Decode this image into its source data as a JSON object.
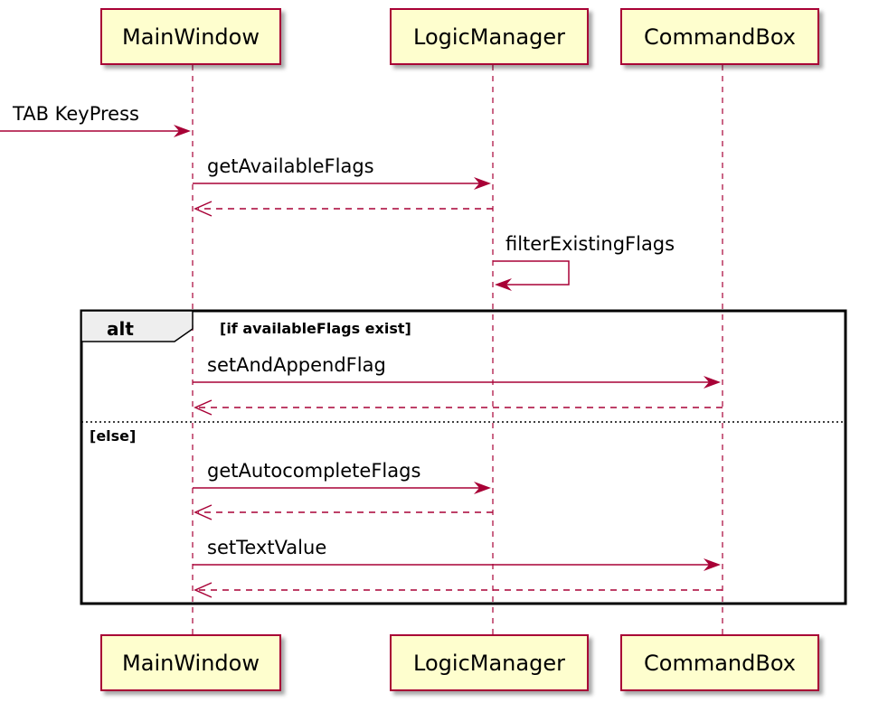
{
  "participants": {
    "main_window": "MainWindow",
    "logic_manager": "LogicManager",
    "command_box": "CommandBox"
  },
  "messages": {
    "tab_keypress": "TAB KeyPress",
    "get_available_flags": "getAvailableFlags",
    "filter_existing_flags": "filterExistingFlags",
    "set_and_append_flag": "setAndAppendFlag",
    "get_autocomplete_flags": "getAutocompleteFlags",
    "set_text_value": "setTextValue"
  },
  "alt_frame": {
    "keyword": "alt",
    "guard_if": "[if availableFlags exist]",
    "guard_else": "[else]"
  },
  "colors": {
    "accent": "#A80036",
    "participant_fill": "#FEFECE",
    "frame_tab_fill": "#EEEEEE"
  }
}
